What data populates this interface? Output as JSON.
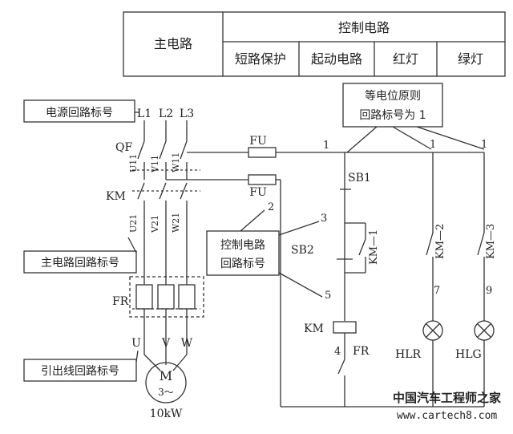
{
  "table": {
    "main_circuit": "主电路",
    "control_circuit": "控制电路",
    "short_protection": "短路保护",
    "start_circuit": "起动电路",
    "red_light": "红灯",
    "green_light": "绿灯"
  },
  "callouts": {
    "power_label": "电源回路标号",
    "main_label": "主电路回路标号",
    "lead_label": "引出线回路标号",
    "control_label_line1": "控制电路",
    "control_label_line2": "回路标号",
    "equipotential_line1": "等电位原则",
    "equipotential_line2": "回路标号为 1"
  },
  "main_circuit": {
    "phases": [
      "L1",
      "L2",
      "L3"
    ],
    "qf": "QF",
    "km": "KM",
    "fr": "FR",
    "u11": "U11",
    "v11": "V11",
    "w11": "W11",
    "u21": "U21",
    "v21": "V21",
    "w21": "W21",
    "u": "U",
    "v": "V",
    "w": "W",
    "motor_m": "M",
    "motor_phase": "3～",
    "motor_power": "10kW"
  },
  "control_circuit": {
    "fu_top": "FU",
    "fu_bottom": "FU",
    "node_1": "1",
    "node_2": "2",
    "node_3": "3",
    "node_5": "5",
    "node_4": "4",
    "node_7": "7",
    "node_9": "9",
    "sb1": "SB1",
    "sb2": "SB2",
    "km1": "KM—1",
    "km2": "KM—2",
    "km3": "KM—3",
    "km_coil": "KM",
    "fr_contact": "FR",
    "hlr": "HLR",
    "hlg": "HLG"
  },
  "watermark": {
    "site_name": "中国汽车工程师之家",
    "url": "www.cartech8.com"
  }
}
